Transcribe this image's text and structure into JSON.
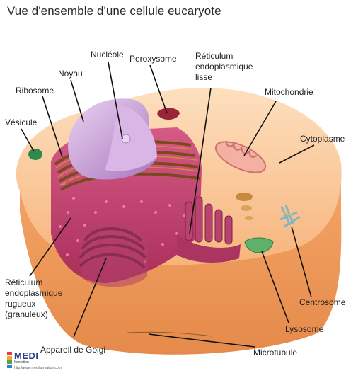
{
  "title": "Vue d'ensemble d'une cellule eucaryote",
  "labels": {
    "nucleole": "Nucléole",
    "peroxysome": "Peroxysome",
    "reticulum_lisse": "Réticulum\nendoplasmique\nlisse",
    "noyau": "Noyau",
    "ribosome": "Ribosome",
    "mitochondrie": "Mitochondrie",
    "vesicule": "Vésicule",
    "cytoplasme": "Cytoplasme",
    "reticulum_rugueux": "Réticulum\nendoplasmique\nrugueux\n(granuleux)",
    "centrosome": "Centrosome",
    "lysosome": "Lysosome",
    "appareil_golgi": "Appareil de Golgi",
    "microtubule": "Microtubule"
  },
  "logo": {
    "name": "MEDI",
    "subtitle": "formation",
    "url": "http://www.mediformation.com"
  },
  "colors": {
    "cytoplasm": "#f6b27e",
    "cytoplasm_top": "#fcd2a8",
    "nucleus": "#c89bd6",
    "er_rough": "#c0406e",
    "er_dark": "#7a2040",
    "golgi": "#9a2d52",
    "mitochondria": "#f5b5a8",
    "lysosome": "#5fb06a",
    "vesicle": "#2f8a4c",
    "peroxisome": "#9a2438"
  }
}
